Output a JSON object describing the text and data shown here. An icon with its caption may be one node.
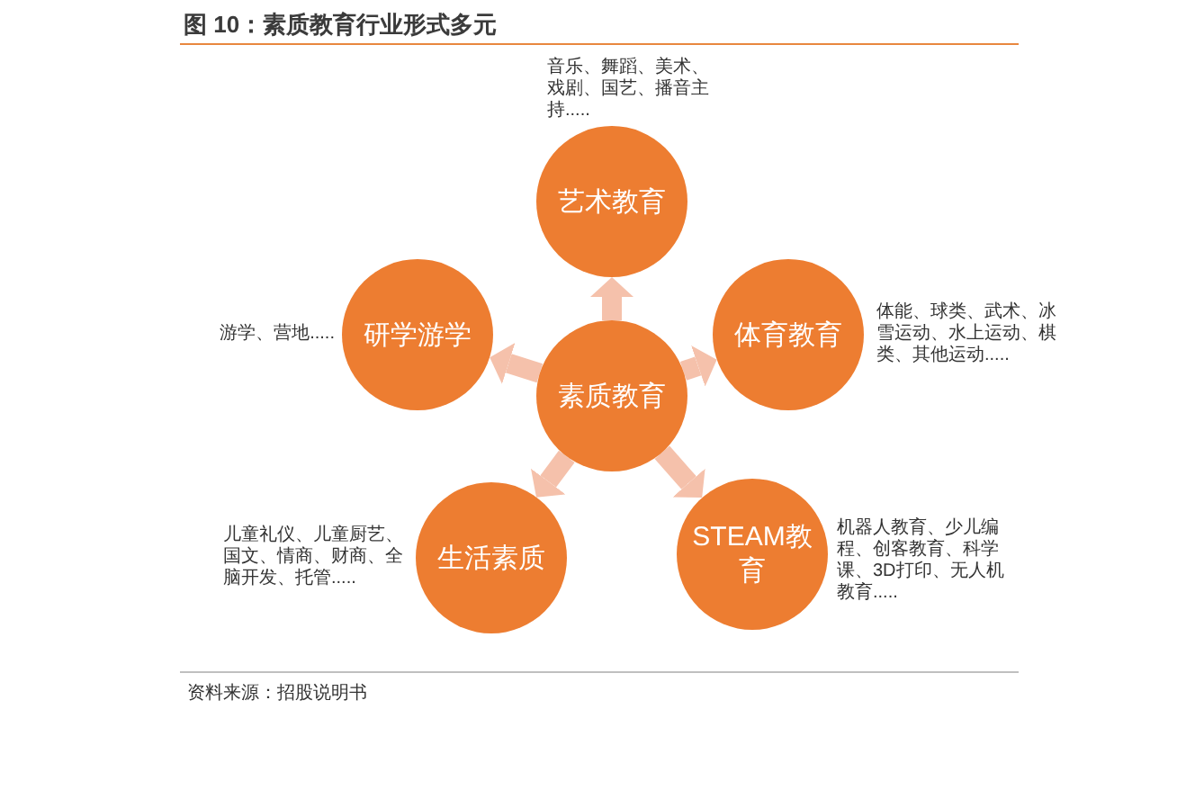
{
  "diagram": {
    "title": "图 10：素质教育行业形式多元",
    "nodes": [
      {
        "text": [
          "艺术教育"
        ],
        "beside": [
          "音乐、舞蹈、美术、戏剧、国艺、播音主持....."
        ]
      },
      {
        "text": [
          "研学游学"
        ],
        "beside": [
          "游学、营地....."
        ]
      },
      {
        "text": [
          "体育教育"
        ],
        "beside": [
          "体能、球类、武术、冰雪运动、水上运动、棋类、其他运动....."
        ]
      },
      {
        "text": [
          "素质教育"
        ]
      },
      {
        "text": [
          "生活素质"
        ],
        "beside": [
          "儿童礼仪、儿童厨艺、国文、情商、财商、全脑开发、托管....."
        ]
      },
      {
        "text": [
          "STEAM教育"
        ],
        "beside": [
          "机器人教育、少儿编程、创客教育、科学课、3D打印、无人机教育....."
        ]
      }
    ],
    "edges": [
      {
        "from": 3,
        "to": 0,
        "arrow": "to"
      },
      {
        "from": 3,
        "to": 1,
        "arrow": "to"
      },
      {
        "from": 3,
        "to": 2,
        "arrow": "to"
      },
      {
        "from": 3,
        "to": 4,
        "arrow": "to"
      },
      {
        "from": 3,
        "to": 5,
        "arrow": "to"
      }
    ],
    "labels": [
      "资料来源：招股说明书"
    ]
  }
}
